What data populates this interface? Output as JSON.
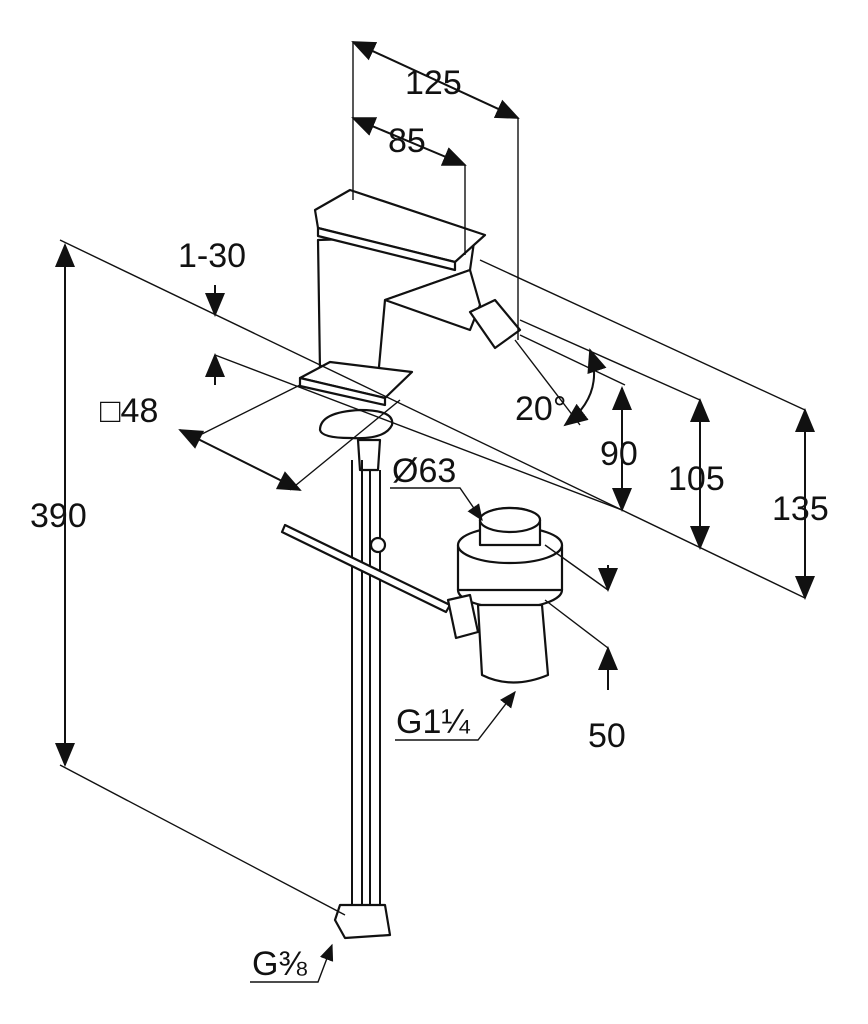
{
  "drawing": {
    "dimensions": {
      "overall_depth": "125",
      "lever_depth": "85",
      "deck_thickness": "1-30",
      "base_square": "□48",
      "spout_angle": "20°",
      "spout_height": "90",
      "spout_top_height": "105",
      "overall_height": "135",
      "drain_diameter": "Ø63",
      "hose_length": "390",
      "drain_thread": "G1¼",
      "drain_height": "50",
      "hose_thread": "G⅜"
    }
  }
}
